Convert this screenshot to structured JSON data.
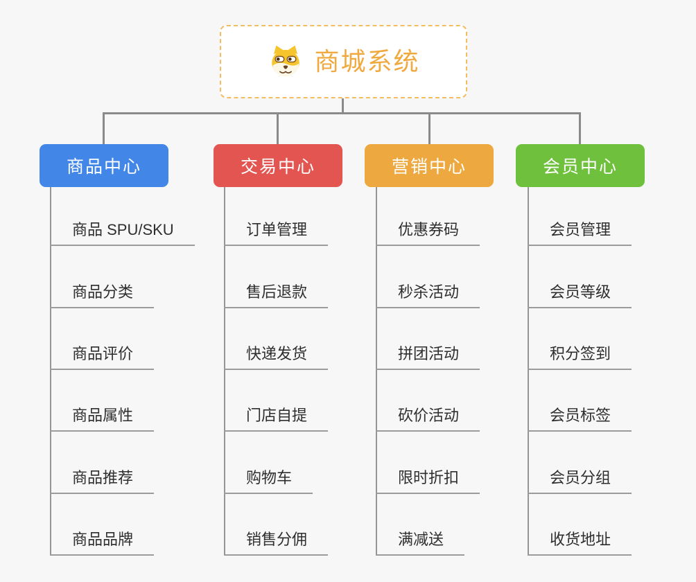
{
  "root": {
    "title": "商城系统",
    "icon": "dog-icon",
    "title_color": "#f0a93e",
    "border_color": "#f3bc5f"
  },
  "branches": [
    {
      "label": "商品中心",
      "color": "#4287e8",
      "items": [
        "商品 SPU/SKU",
        "商品分类",
        "商品评价",
        "商品属性",
        "商品推荐",
        "商品品牌"
      ]
    },
    {
      "label": "交易中心",
      "color": "#e35551",
      "items": [
        "订单管理",
        "售后退款",
        "快递发货",
        "门店自提",
        "购物车",
        "销售分佣"
      ]
    },
    {
      "label": "营销中心",
      "color": "#eda93f",
      "items": [
        "优惠券码",
        "秒杀活动",
        "拼团活动",
        "砍价活动",
        "限时折扣",
        "满减送"
      ]
    },
    {
      "label": "会员中心",
      "color": "#6fc13d",
      "items": [
        "会员管理",
        "会员等级",
        "积分签到",
        "会员标签",
        "会员分组",
        "收货地址"
      ]
    }
  ],
  "connector_color": "#8a8a8a",
  "line_color": "#9b9b9b"
}
